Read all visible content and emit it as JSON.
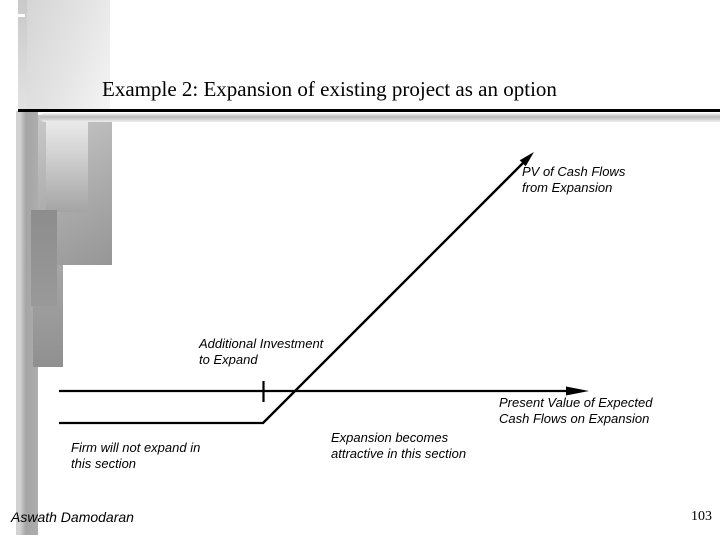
{
  "slide": {
    "title": "Example 2: Expansion of existing project as an option",
    "diagram": {
      "type": "option-payoff-diagram",
      "labels": {
        "pv_cash_flows": "PV of Cash Flows\nfrom Expansion",
        "additional_investment": "Additional Investment\nto Expand",
        "x_axis": "Present Value of Expected\nCash Flows on Expansion",
        "no_expand_region": "Firm will not expand in\nthis section",
        "expand_region": "Expansion becomes\nattractive in this section"
      }
    },
    "footer": {
      "author": "Aswath Damodaran",
      "page_number": "103"
    },
    "colors": {
      "background": "#ffffff",
      "line": "#000000",
      "text": "#000000",
      "decoration_gray": "#a8a8a8"
    }
  }
}
